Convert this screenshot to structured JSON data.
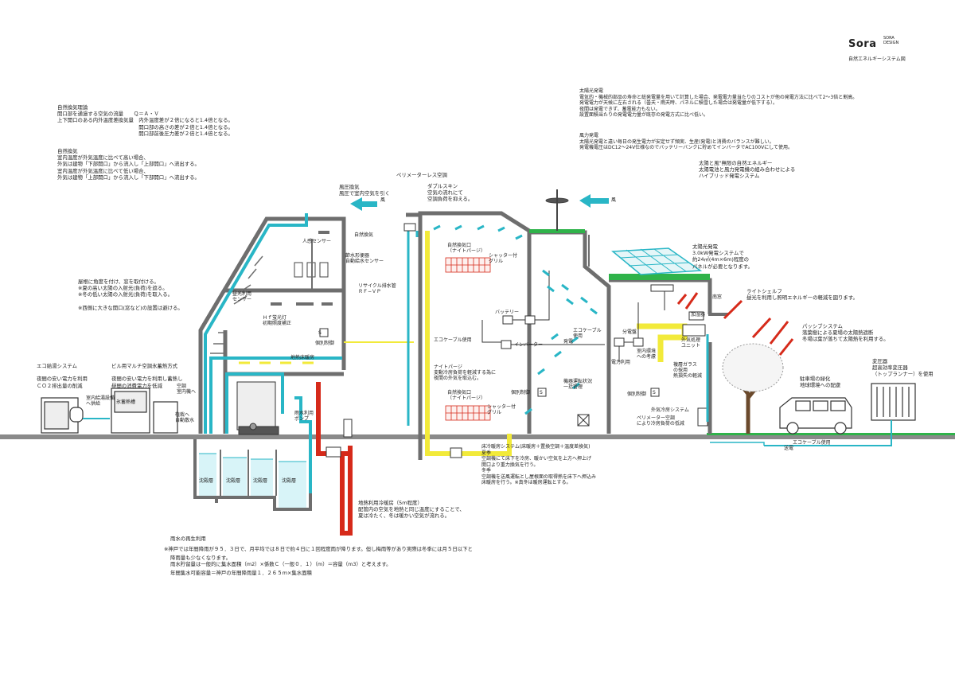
{
  "logo": {
    "mark": "Sora",
    "sub1": "SORA",
    "sub2": "DESIGN"
  },
  "doc_title": "自然エネルギーシステム図",
  "notes": {
    "natural_vent_theory": "自然換気理論\n開口部を通過する空気の流量　　Ｑ＝Ａ・Ｖ\n上下開口のある内外温度差換気量　内外温度差が２倍になると1.4倍となる。\n　　　　　　　　　　　　　　　　開口部の高さの差が２倍と1.4倍となる。\n　　　　　　　　　　　　　　　　開口部前後圧力差が２倍と1.4倍となる。",
    "natural_vent": "自然換気\n室内温度が外気温度に比べて高い場合、\n外気は建物「下部開口」から流入し「上部開口」へ流出する。\n室内温度が外気温度に比べて低い場合、\n外気は建物「上部開口」から流入し「下部開口」へ流出する。",
    "eaves": "屋根に角度を付け、窓を取付ける。\n※夏の高い太陽の入射光(負荷)を遮る。\n※冬の低い太陽の入射光(負荷)を取入る。\n\n※西側に大きな開口(窓など)の設置は避ける。",
    "solar": "太陽光発電\n電気的・機械的部品の寿命と総発電量を用いて計算した場合、発電電力量当たりのコストが他の発電方法に比べて2〜3倍と割高。\n発電電力が天候に左右される（曇天・雨天時、パネルに積雪した場合は発電量が低下する）。\n夜間は発電できず、蓄電能力もない。\n設置面積当たりの発電電力量が既存の発電方式に比べ低い。",
    "wind": "風力発電\n太陽光発電と違い毎日の発生電力が安定せず頻実、生産(発電)と消費のバランスが難しい。\n発電機電圧はDC12〜24V仕様なのでバッテリーバンクに貯めてインバータでAC100Vにして使用。",
    "hybrid": "太陽と風\"無限の自然エネルギー\n太陽電池と風力発電機の組み合わせによる\nハイブリッド発電システム",
    "solar_spec": "太陽光発電\n3.0kW発電システムで\n約24㎡(4m×6m)程度の\nパネルが必要となります。",
    "light_shelf": "ライトシェルフ\n昼光を利用し照明エネルギーの軽減を図ります。",
    "passive": "パッシブシステム\n落葉樹による夏場の太陽熱遮断\n冬場は葉が落ちて太陽熱を利用する。",
    "parking": "駐車場の緑化\n地球環境への配慮",
    "transformer": "変圧器\n超高効率変圧器\n（トップランナー）を使用",
    "eco_hot_water": "エコ給湯システム\n\n夜間の安い電力を利用\nＣＯ２排出量の削減",
    "multi_ac": "ビル用マルチ空調氷蓄熱方式\n\n夜間の安い電力を利用し蓄熱し\n昼間の消費電力を低減",
    "wind_pressure": "風圧換気\n風圧で室内空気を引く",
    "perimeterless": "ペリメーターレス空調",
    "double_skin": "ダブルスキン\n空気の流れにて\n空調負荷を抑える。",
    "floor_system": "床冷暖房システム(床暖房＋置換空調＋温度差換気)\n夏季\n空調機にて床下を冷房、暖かい空気を上方へ押上げ\n開口より重力換気を行う。\n冬季\n空調機を送風運転とし屋根面の取得熱を床下へ押込み\n床暖房を行う。※真冬は暖房運転とする。",
    "geothermal": "地熱利用冷暖房（5ｍ程度）\n配管内の空気を地熱と同じ温度にすることで、\n夏は冷たく、冬は暖かい空気が流れる。",
    "rain_title": "雨水の再生利用",
    "rain_1": "※神戸では年間降雨が９５．３日で、月平均では８日で約４日に１回程度雨が降ります。但し梅雨等があり実際は冬季には月５日以下と",
    "rain_2": "降雨量も少なくなります。\n雨水貯留量は一般的に集水面積（m2）×係数Ｃ（一般０．１）（m）＝容量（m3）と考えます。",
    "rain_3": "年間集水可能容量＝神戸の年間降雨量１．２６５ｍ×集水面積"
  },
  "labels": {
    "wind_left": "風",
    "wind_right": "風",
    "natural_vent_label": "自然換気",
    "human_sensor": "人感センサー",
    "water_saving": "節水形便器\n自動給水センサー",
    "recycle_pipe": "リサイクル排水管\nＲＦ−ＶＰ",
    "daylight_sensor": "昼光利用\nセンサー",
    "hf_lamp": "Ｈｆ蛍光灯\n初期照度補正",
    "individual_ctrl_1": "個別制御",
    "floor_heater": "地熱床暖房",
    "hot_water_equip": "室内給湯設備\nへ供給",
    "ice_tank": "氷蓄熱槽",
    "ac_to_unit": "空調\n室内機へ",
    "planting": "植栽へ\n自動散水",
    "rain_pump": "雨水利用\nポンプ",
    "tank": "沈殿層",
    "natural_inlet_1": "自然換気口\n（ナイトパージ）",
    "shutter_1": "シャッター付\nグリル",
    "battery": "バッテリー",
    "eco_cable_use": "エコケーブル使用",
    "inverter": "インバーター",
    "night_purge": "ナイトパージ\n変動冷房負荷を軽減する為に\n夜間の外気を取込む。",
    "equipment_monitor": "機器運転状況\n一括管理",
    "individual_ctrl_2": "個別制御",
    "natural_inlet_2": "自然換気口\n（ナイトパージ）",
    "shutter_2": "シャッター付\nグリル",
    "eco_cable_2": "エコケーブル\n使用",
    "power_gen": "発電",
    "distribution": "分電盤",
    "power_use": "電力利用",
    "indoor_env": "室内環境\nへの考慮",
    "humidifier": "加湿器",
    "outdoor_ac": "外気処理\nユニット",
    "south_window": "南窓",
    "double_glass": "複層ガラス\nの採用\n熱損失の軽減",
    "individual_ctrl_3": "個別制御",
    "outdoor_cooling": "外気冷房システム",
    "perimeter_ac": "ペリメーター空調\nにより冷房負荷の低減",
    "eco_cable_3": "エコケーブル使用",
    "power_transmit": "送電",
    "s_symbol": "S"
  },
  "colors": {
    "cyan": "#29b6c6",
    "yellow": "#f2ea3a",
    "red": "#d62a1a",
    "green": "#2fb34a",
    "gray": "#808080",
    "wall": "#6e6e6e"
  }
}
